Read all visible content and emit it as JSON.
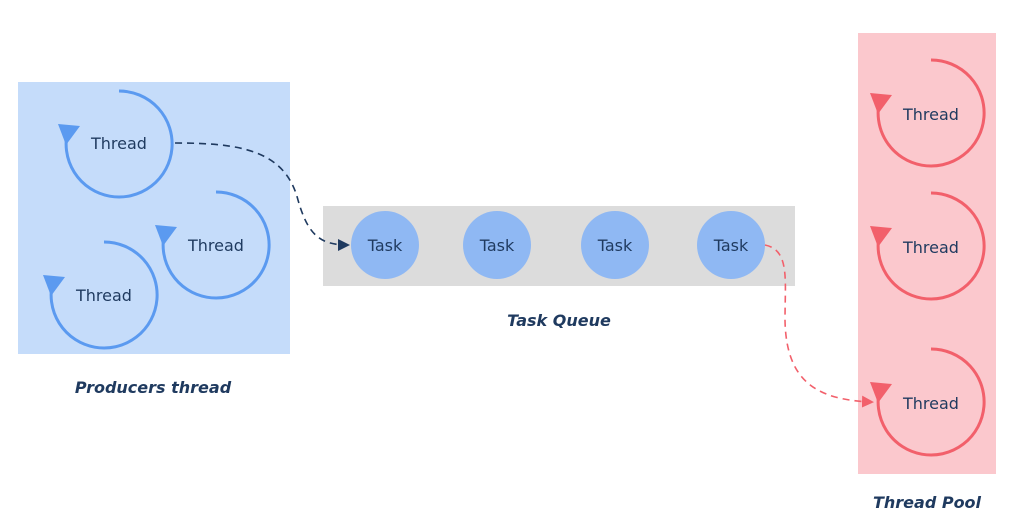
{
  "producers": {
    "caption": "Producers thread",
    "threads": [
      "Thread",
      "Thread",
      "Thread"
    ]
  },
  "queue": {
    "caption": "Task Queue",
    "tasks": [
      "Task",
      "Task",
      "Task",
      "Task"
    ]
  },
  "pool": {
    "caption": "Thread Pool",
    "threads": [
      "Thread",
      "Thread",
      "Thread"
    ]
  },
  "colors": {
    "producer_fill": "#c5dcfa",
    "producer_stroke": "#5b9af0",
    "queue_fill": "#dcdcdc",
    "task_fill": "#8fb8f3",
    "pool_fill": "#fbc8cd",
    "pool_stroke": "#f2606b",
    "producer_arrow": "#1f3a5f",
    "pool_arrow": "#f2606b",
    "text": "#1f3a5f"
  }
}
